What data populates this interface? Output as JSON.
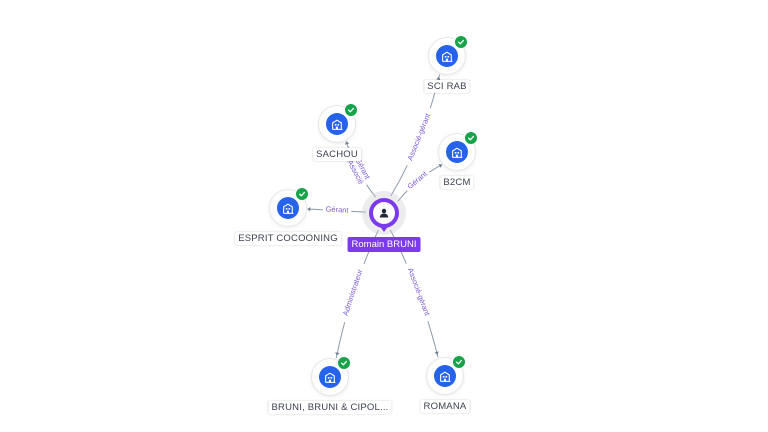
{
  "colors": {
    "company": "#2563eb",
    "verified": "#16a34a",
    "person": "#7c3aed",
    "edge_label": "#7b5cd6",
    "edge": "#8d9aa8"
  },
  "person": {
    "name": "Romain BRUNI",
    "icon": "person-icon"
  },
  "companies": [
    {
      "id": "sci-rab",
      "name": "SCI RAB",
      "icon": "company-building-icon",
      "verified": true
    },
    {
      "id": "sachou",
      "name": "SACHOU",
      "icon": "company-building-icon",
      "verified": true
    },
    {
      "id": "b2cm",
      "name": "B2CM",
      "icon": "company-building-icon",
      "verified": true
    },
    {
      "id": "esprit-cocooning",
      "name": "ESPRIT COCOONING",
      "icon": "company-building-icon",
      "verified": true
    },
    {
      "id": "bruni-bruni-cipol",
      "name": "BRUNI, BRUNI & CIPOL...",
      "icon": "company-building-icon",
      "verified": true
    },
    {
      "id": "romana",
      "name": "ROMANA",
      "icon": "company-building-icon",
      "verified": true
    }
  ],
  "relations": [
    {
      "target": "sci-rab",
      "lines": [
        "Associé-gérant"
      ]
    },
    {
      "target": "sachou",
      "lines": [
        "Gérant",
        "Associé"
      ]
    },
    {
      "target": "b2cm",
      "lines": [
        "Gérant"
      ]
    },
    {
      "target": "esprit-cocooning",
      "lines": [
        "Gérant"
      ]
    },
    {
      "target": "bruni-bruni-cipol",
      "lines": [
        "Administrateur"
      ]
    },
    {
      "target": "romana",
      "lines": [
        "Associé-gérant"
      ]
    }
  ]
}
